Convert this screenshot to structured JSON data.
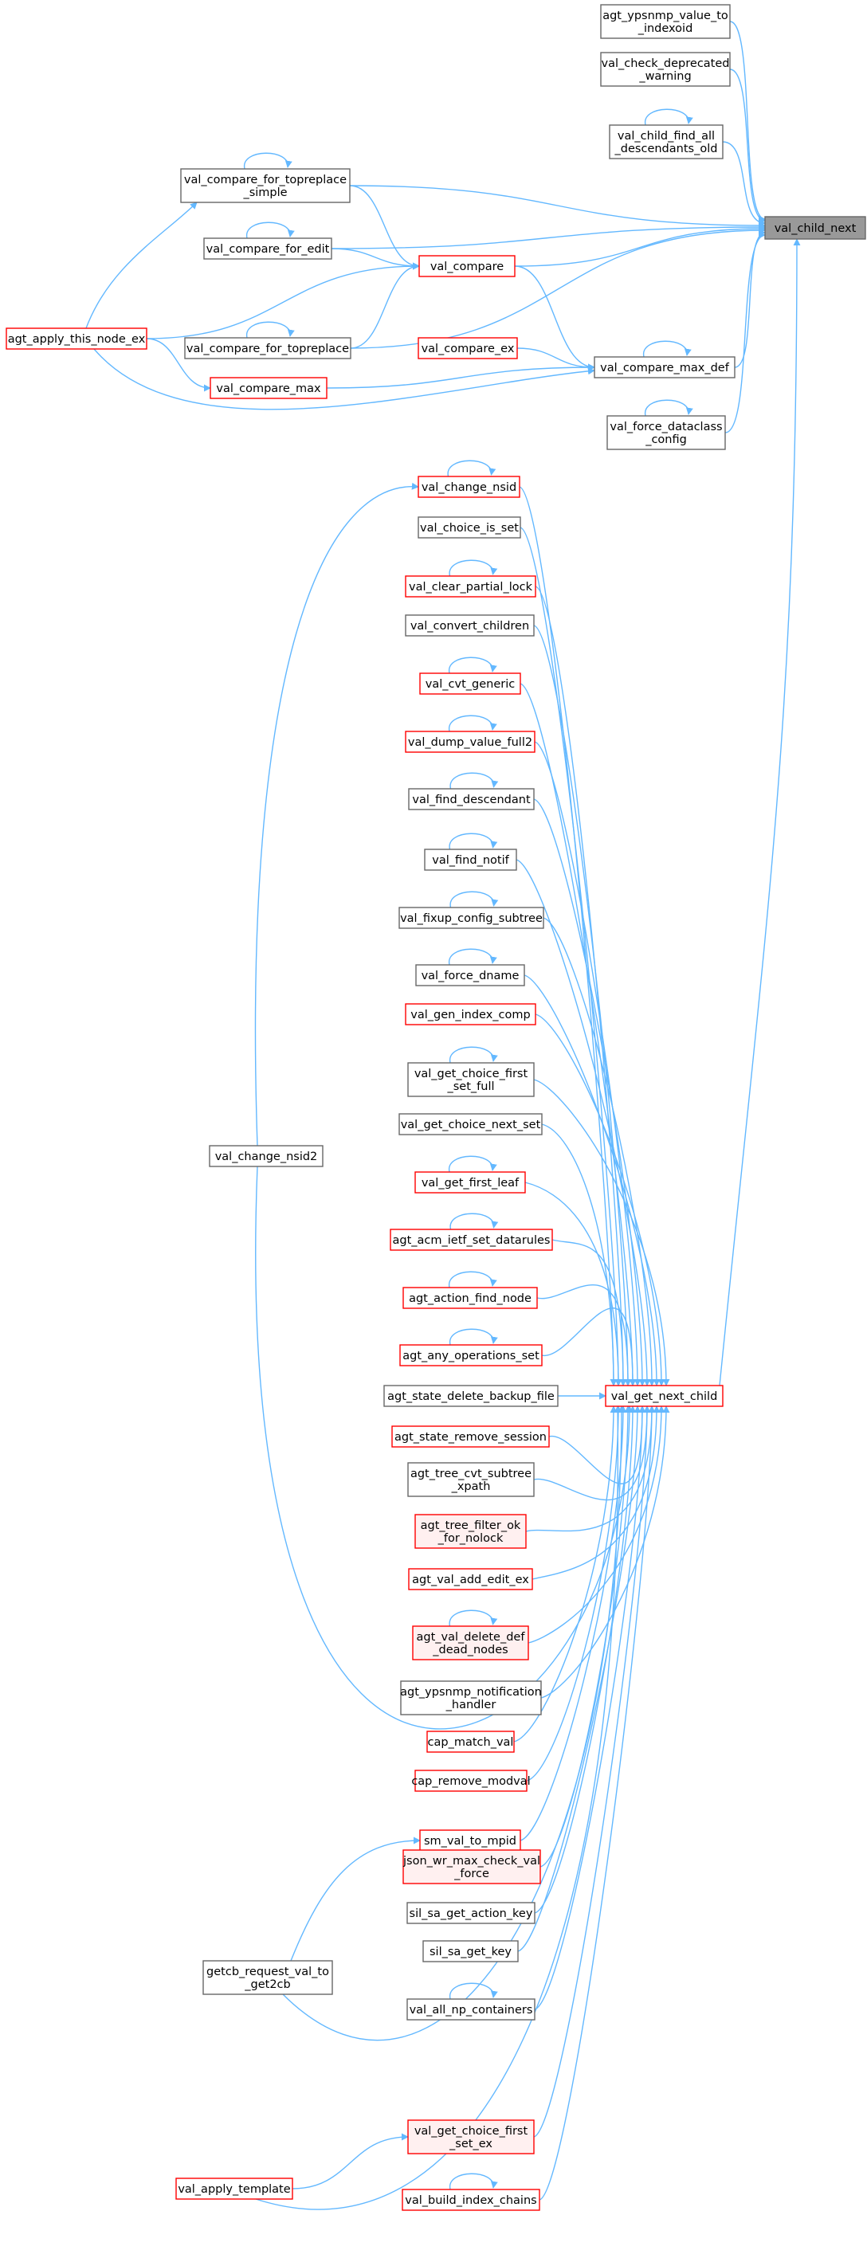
{
  "colors": {
    "edge": "#63b8ff",
    "node_border": "#666666",
    "node_fill": "#ffffff",
    "highlight_border": "#ff0000",
    "highlight_fill": "#fff0f0",
    "focus_fill": "#999999",
    "focus_border": "#666666",
    "text": "#000000"
  },
  "nodes": [
    {
      "id": "val_child_next",
      "lines": [
        "val_child_next"
      ],
      "style": "focus"
    },
    {
      "id": "agt_ypsnmp_value_to_indexoid",
      "lines": [
        "agt_ypsnmp_value_to",
        "_indexoid"
      ],
      "style": "normal"
    },
    {
      "id": "val_check_deprecated_warning",
      "lines": [
        "val_check_deprecated",
        "_warning"
      ],
      "style": "normal"
    },
    {
      "id": "val_child_find_all_descendants_old",
      "lines": [
        "val_child_find_all",
        "_descendants_old"
      ],
      "style": "normal"
    },
    {
      "id": "val_compare_for_topreplace_simple",
      "lines": [
        "val_compare_for_topreplace",
        "_simple"
      ],
      "style": "normal"
    },
    {
      "id": "val_compare_for_edit",
      "lines": [
        "val_compare_for_edit"
      ],
      "style": "normal"
    },
    {
      "id": "val_compare",
      "lines": [
        "val_compare"
      ],
      "style": "red"
    },
    {
      "id": "agt_apply_this_node_ex",
      "lines": [
        "agt_apply_this_node_ex"
      ],
      "style": "red"
    },
    {
      "id": "val_compare_for_topreplace",
      "lines": [
        "val_compare_for_topreplace"
      ],
      "style": "normal"
    },
    {
      "id": "val_compare_ex",
      "lines": [
        "val_compare_ex"
      ],
      "style": "red"
    },
    {
      "id": "val_compare_max_def",
      "lines": [
        "val_compare_max_def"
      ],
      "style": "normal"
    },
    {
      "id": "val_compare_max",
      "lines": [
        "val_compare_max"
      ],
      "style": "red"
    },
    {
      "id": "val_force_dataclass_config",
      "lines": [
        "val_force_dataclass",
        "_config"
      ],
      "style": "normal"
    },
    {
      "id": "val_change_nsid",
      "lines": [
        "val_change_nsid"
      ],
      "style": "red"
    },
    {
      "id": "val_choice_is_set",
      "lines": [
        "val_choice_is_set"
      ],
      "style": "normal"
    },
    {
      "id": "val_clear_partial_lock",
      "lines": [
        "val_clear_partial_lock"
      ],
      "style": "red"
    },
    {
      "id": "val_convert_children",
      "lines": [
        "val_convert_children"
      ],
      "style": "normal"
    },
    {
      "id": "val_cvt_generic",
      "lines": [
        "val_cvt_generic"
      ],
      "style": "red"
    },
    {
      "id": "val_dump_value_full2",
      "lines": [
        "val_dump_value_full2"
      ],
      "style": "red"
    },
    {
      "id": "val_find_descendant",
      "lines": [
        "val_find_descendant"
      ],
      "style": "normal"
    },
    {
      "id": "val_find_notif",
      "lines": [
        "val_find_notif"
      ],
      "style": "normal"
    },
    {
      "id": "val_fixup_config_subtree",
      "lines": [
        "val_fixup_config_subtree"
      ],
      "style": "normal"
    },
    {
      "id": "val_force_dname",
      "lines": [
        "val_force_dname"
      ],
      "style": "normal"
    },
    {
      "id": "val_gen_index_comp",
      "lines": [
        "val_gen_index_comp"
      ],
      "style": "red"
    },
    {
      "id": "val_get_choice_first_set_full",
      "lines": [
        "val_get_choice_first",
        "_set_full"
      ],
      "style": "normal"
    },
    {
      "id": "val_get_choice_next_set",
      "lines": [
        "val_get_choice_next_set"
      ],
      "style": "normal"
    },
    {
      "id": "val_change_nsid2",
      "lines": [
        "val_change_nsid2"
      ],
      "style": "normal"
    },
    {
      "id": "val_get_first_leaf",
      "lines": [
        "val_get_first_leaf"
      ],
      "style": "red"
    },
    {
      "id": "agt_acm_ietf_set_datarules",
      "lines": [
        "agt_acm_ietf_set_datarules"
      ],
      "style": "red"
    },
    {
      "id": "agt_action_find_node",
      "lines": [
        "agt_action_find_node"
      ],
      "style": "red"
    },
    {
      "id": "agt_any_operations_set",
      "lines": [
        "agt_any_operations_set"
      ],
      "style": "red"
    },
    {
      "id": "agt_state_delete_backup_file",
      "lines": [
        "agt_state_delete_backup_file"
      ],
      "style": "normal"
    },
    {
      "id": "val_get_next_child",
      "lines": [
        "val_get_next_child"
      ],
      "style": "red"
    },
    {
      "id": "agt_state_remove_session",
      "lines": [
        "agt_state_remove_session"
      ],
      "style": "red"
    },
    {
      "id": "agt_tree_cvt_subtree_xpath",
      "lines": [
        "agt_tree_cvt_subtree",
        "_xpath"
      ],
      "style": "normal"
    },
    {
      "id": "agt_tree_filter_ok_for_nolock",
      "lines": [
        "agt_tree_filter_ok",
        "_for_nolock"
      ],
      "style": "redfill"
    },
    {
      "id": "agt_val_add_edit_ex",
      "lines": [
        "agt_val_add_edit_ex"
      ],
      "style": "red"
    },
    {
      "id": "agt_val_delete_def_dead_nodes",
      "lines": [
        "agt_val_delete_def",
        "_dead_nodes"
      ],
      "style": "redfill"
    },
    {
      "id": "agt_ypsnmp_notification_handler",
      "lines": [
        "agt_ypsnmp_notification",
        "_handler"
      ],
      "style": "normal"
    },
    {
      "id": "cap_match_val",
      "lines": [
        "cap_match_val"
      ],
      "style": "red"
    },
    {
      "id": "cap_remove_modval",
      "lines": [
        "cap_remove_modval"
      ],
      "style": "red"
    },
    {
      "id": "sm_val_to_mpid",
      "lines": [
        "sm_val_to_mpid"
      ],
      "style": "red"
    },
    {
      "id": "json_wr_max_check_val_force",
      "lines": [
        "json_wr_max_check_val",
        "_force"
      ],
      "style": "redfill"
    },
    {
      "id": "sil_sa_get_action_key",
      "lines": [
        "sil_sa_get_action_key"
      ],
      "style": "normal"
    },
    {
      "id": "sil_sa_get_key",
      "lines": [
        "sil_sa_get_key"
      ],
      "style": "normal"
    },
    {
      "id": "getcb_request_val_to_get2cb",
      "lines": [
        "getcb_request_val_to",
        "_get2cb"
      ],
      "style": "normal"
    },
    {
      "id": "val_all_np_containers",
      "lines": [
        "val_all_np_containers"
      ],
      "style": "normal"
    },
    {
      "id": "val_get_choice_first_set_ex",
      "lines": [
        "val_get_choice_first",
        "_set_ex"
      ],
      "style": "redfill"
    },
    {
      "id": "val_apply_template",
      "lines": [
        "val_apply_template"
      ],
      "style": "red"
    },
    {
      "id": "val_build_index_chains",
      "lines": [
        "val_build_index_chains"
      ],
      "style": "red"
    }
  ]
}
